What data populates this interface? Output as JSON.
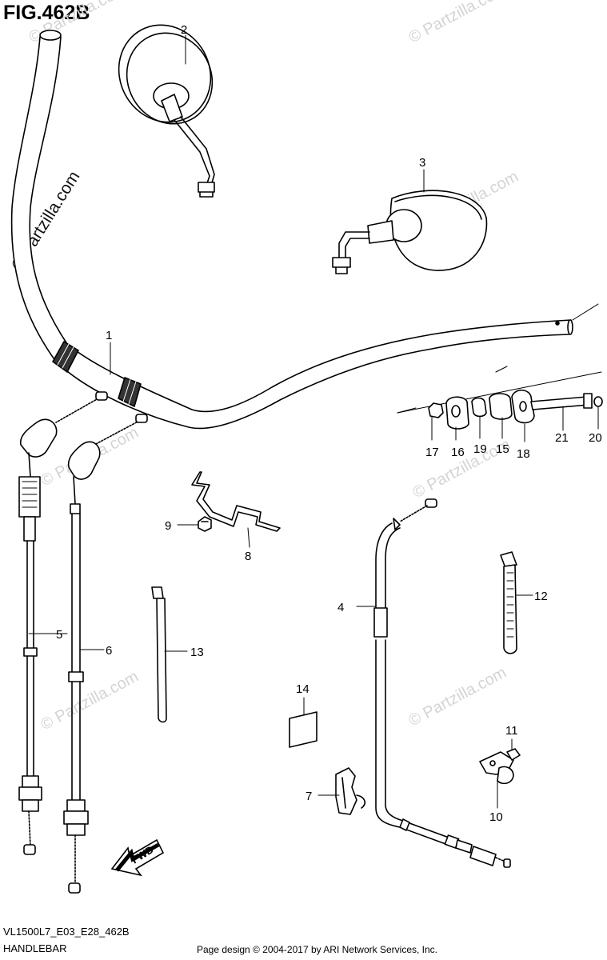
{
  "figure": {
    "title": "FIG.462B"
  },
  "watermark": {
    "text": "© Partzilla.com"
  },
  "callouts": [
    "1",
    "2",
    "3",
    "4",
    "5",
    "6",
    "7",
    "8",
    "9",
    "10",
    "11",
    "12",
    "13",
    "14",
    "15",
    "16",
    "17",
    "18",
    "19",
    "20",
    "21"
  ],
  "fwd_label": "FWD",
  "footer": {
    "code": "VL1500L7_E03_E28_462B",
    "name": "HANDLEBAR",
    "credit": "Page design © 2004-2017 by ARI Network Services, Inc."
  }
}
